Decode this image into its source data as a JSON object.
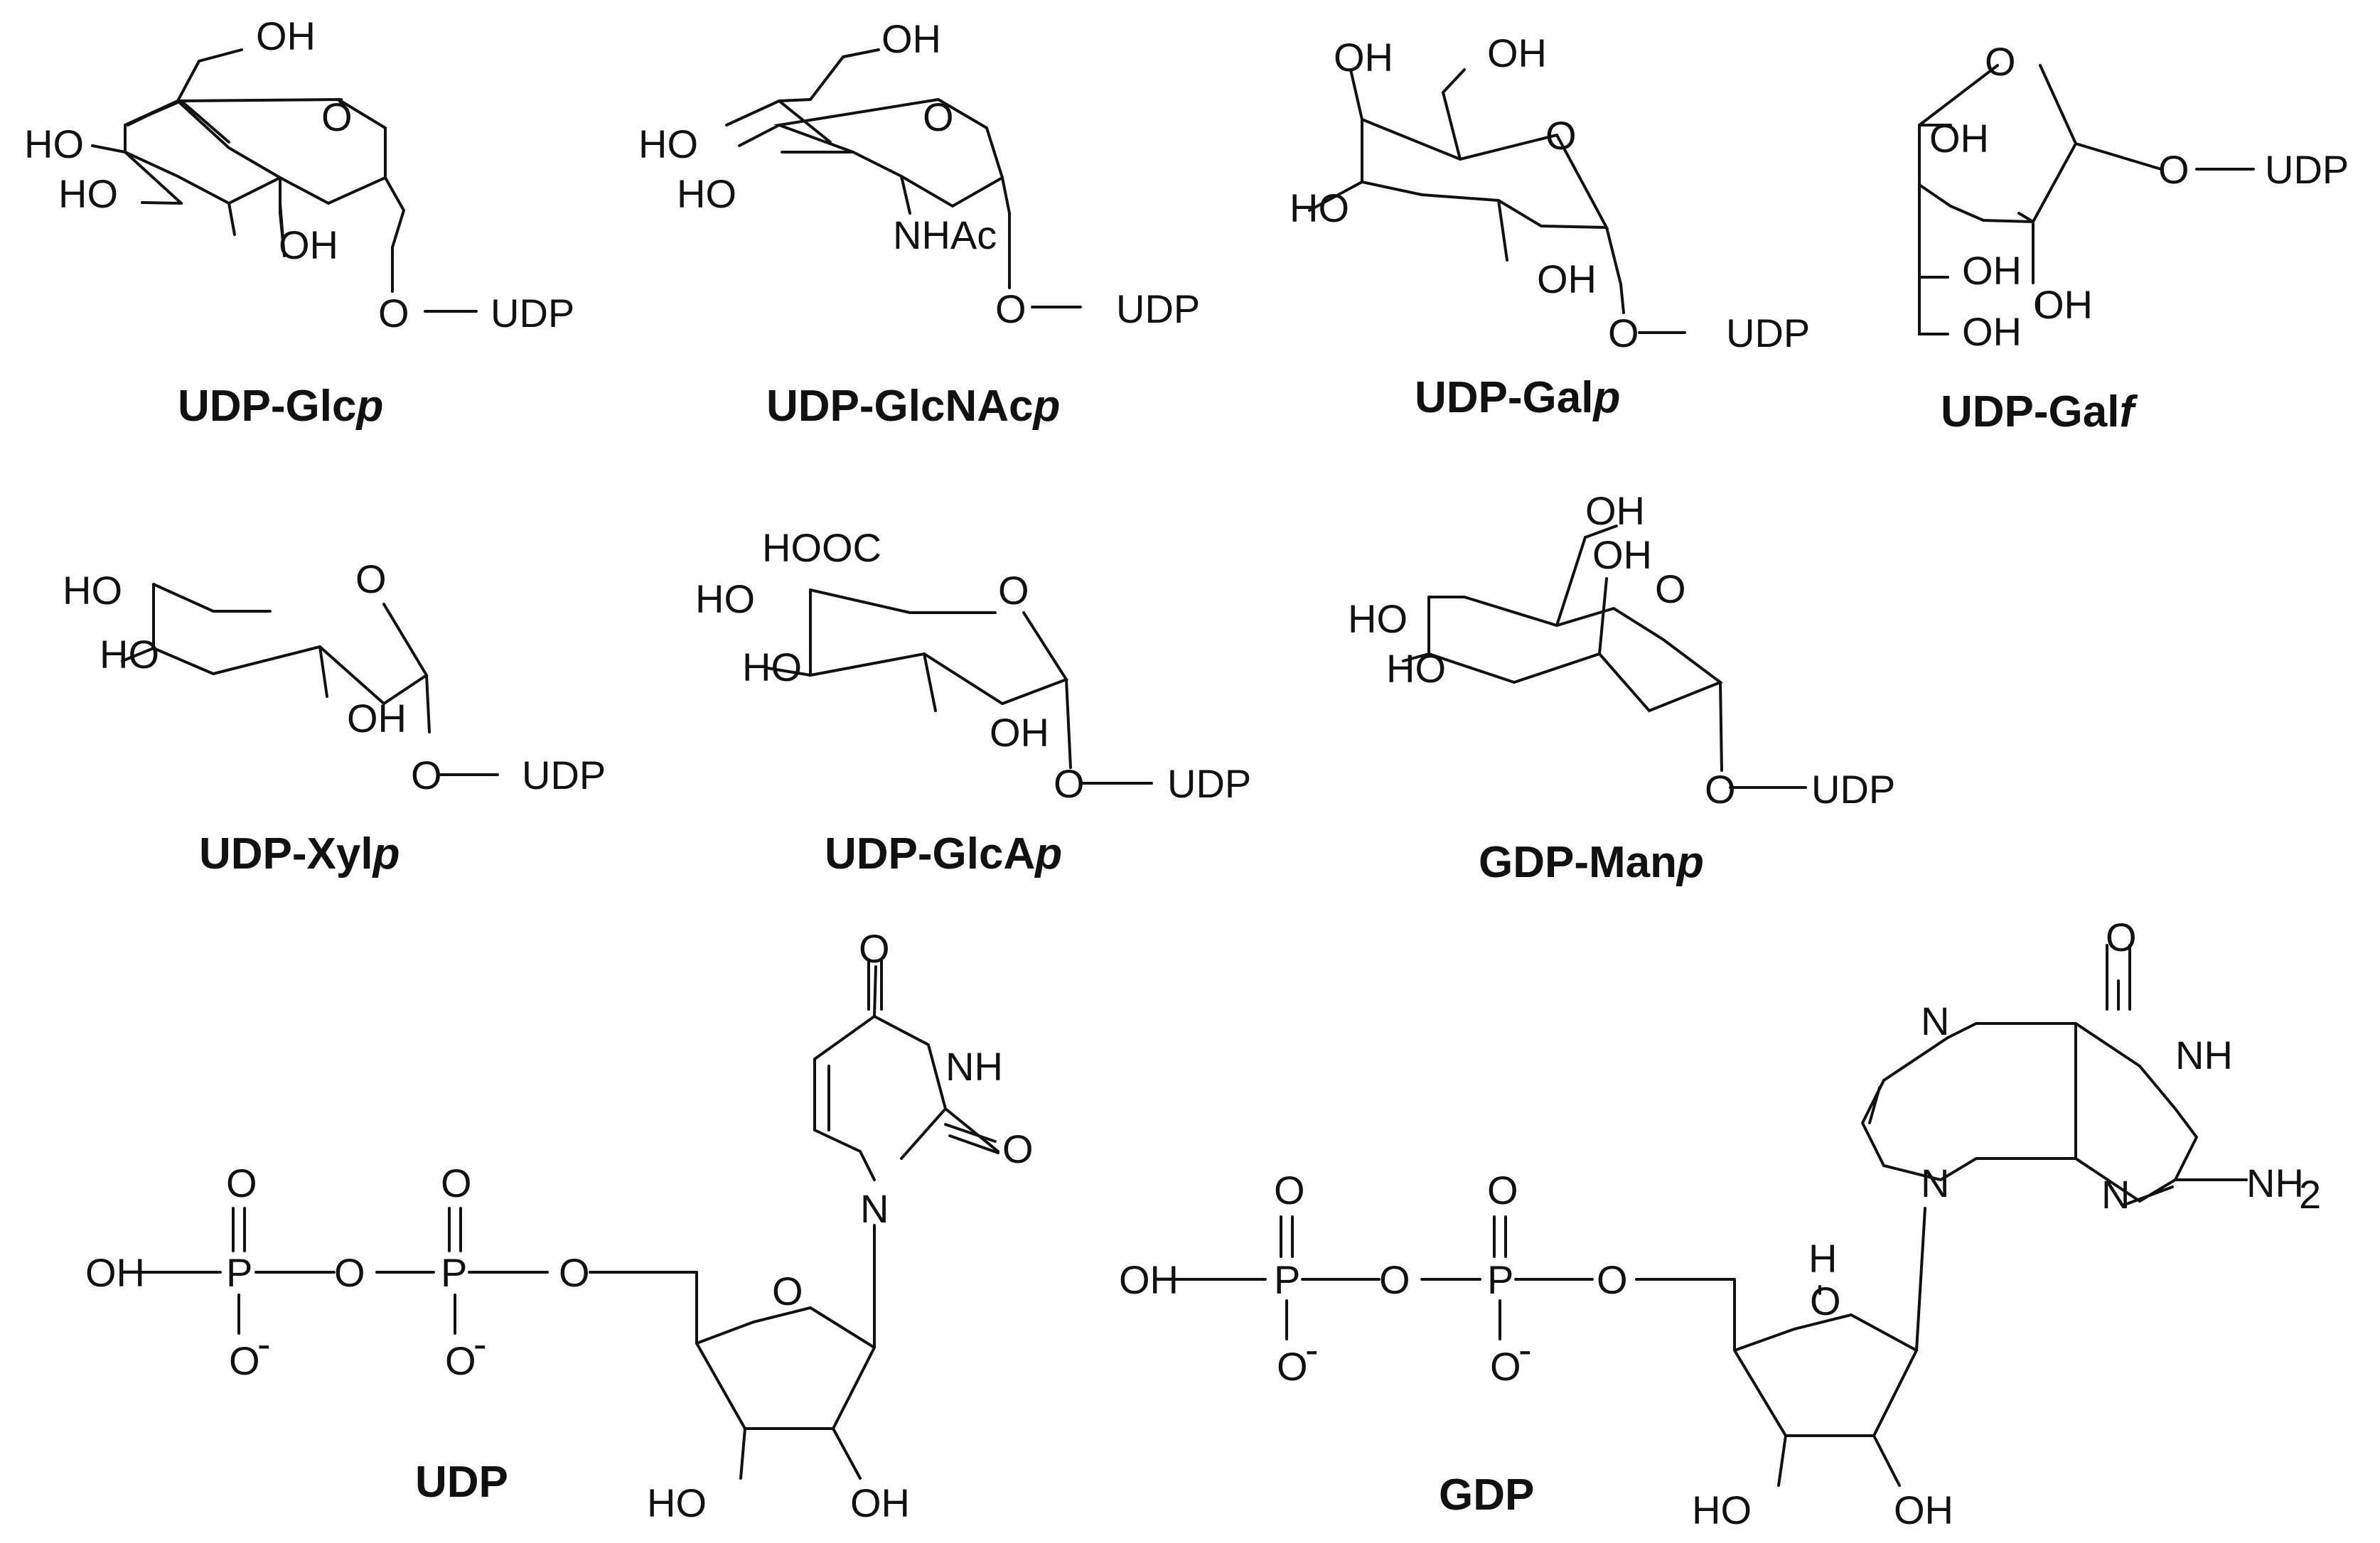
{
  "figure": {
    "labels": {
      "udp_glcp": {
        "main": "UDP-Glc",
        "suffix": "p"
      },
      "udp_glcnacp": {
        "main": "UDP-GlcNAc",
        "suffix": "p"
      },
      "udp_galp": {
        "main": "UDP-Gal",
        "suffix": "p"
      },
      "udp_galf": {
        "main": "UDP-Gal",
        "suffix": "f"
      },
      "udp_xylp": {
        "main": "UDP-Xyl",
        "suffix": "p"
      },
      "udp_glcap": {
        "main": "UDP-GlcA",
        "suffix": "p"
      },
      "gdp_manp": {
        "main": "GDP-Man",
        "suffix": "p"
      },
      "udp": {
        "main": "UDP",
        "suffix": ""
      },
      "gdp": {
        "main": "GDP",
        "suffix": ""
      }
    },
    "atoms": {
      "OH": "OH",
      "HO": "HO",
      "O": "O",
      "UDP": "UDP",
      "NHAc": "NHAc",
      "HOOC": "HOOC",
      "P": "P",
      "O_minus": "O",
      "minus": "-",
      "N": "N",
      "NH": "NH",
      "NH2": "NH",
      "sub2": "2",
      "H": "H"
    }
  }
}
